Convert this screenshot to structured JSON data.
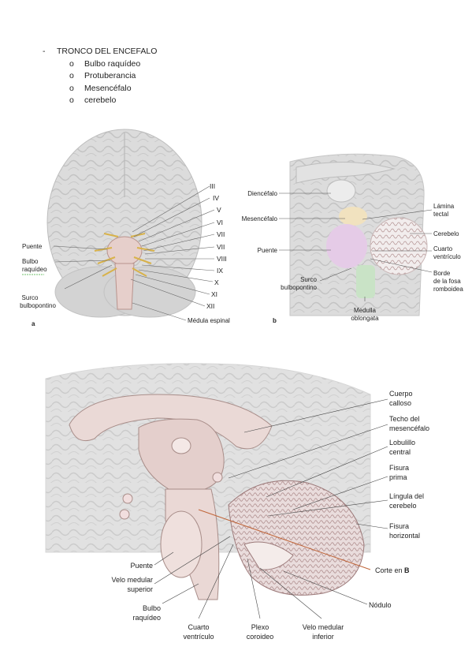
{
  "outline": {
    "bullet": "-",
    "title": "TRONCO DEL ENCEFALO",
    "sub_bullet": "o",
    "items": [
      "Bulbo raquídeo",
      "Protuberancia",
      "Mesencéfalo",
      "cerebelo"
    ]
  },
  "fig_a": {
    "panel": "a",
    "nerves": [
      "III",
      "IV",
      "V",
      "VI",
      "VII",
      "VII",
      "VIII",
      "IX",
      "X",
      "XI",
      "XII"
    ],
    "puente": "Puente",
    "bulbo_1": "Bulbo",
    "bulbo_2": "raquídeo",
    "surco_1": "Surco",
    "surco_2": "bulbopontino",
    "medula": "Médula espinal"
  },
  "fig_b": {
    "panel": "b",
    "diencefalo": "Diencéfalo",
    "mesencefalo": "Mesencéfalo",
    "puente": "Puente",
    "surco_1": "Surco",
    "surco_2": "bulbopontino",
    "medulla_1": "Medulla",
    "medulla_2": "oblongata",
    "lamina_1": "Lámina",
    "lamina_2": "tectal",
    "cerebelo": "Cerebelo",
    "cuarto_1": "Cuarto",
    "cuarto_2": "ventrículo",
    "borde_1": "Borde",
    "borde_2": "de la fosa",
    "borde_3": "romboidea"
  },
  "fig_c": {
    "cuerpo_1": "Cuerpo",
    "cuerpo_2": "calloso",
    "techo_1": "Techo del",
    "techo_2": "mesencéfalo",
    "lobulillo_1": "Lobulillo",
    "lobulillo_2": "central",
    "fisura_prima_1": "Fisura",
    "fisura_prima_2": "prima",
    "lingula_1": "Língula del",
    "lingula_2": "cerebelo",
    "fisura_hor_1": "Fisura",
    "fisura_hor_2": "horizontal",
    "corte_prefix": "Corte en",
    "corte_letter": "B",
    "nodulo": "Nódulo",
    "puente": "Puente",
    "velo_sup_1": "Velo medular",
    "velo_sup_2": "superior",
    "bulbo_1": "Bulbo",
    "bulbo_2": "raquídeo",
    "cuarto_1": "Cuarto",
    "cuarto_2": "ventrículo",
    "plexo_1": "Plexo",
    "plexo_2": "coroideo",
    "velo_inf_1": "Velo medular",
    "velo_inf_2": "inferior"
  }
}
